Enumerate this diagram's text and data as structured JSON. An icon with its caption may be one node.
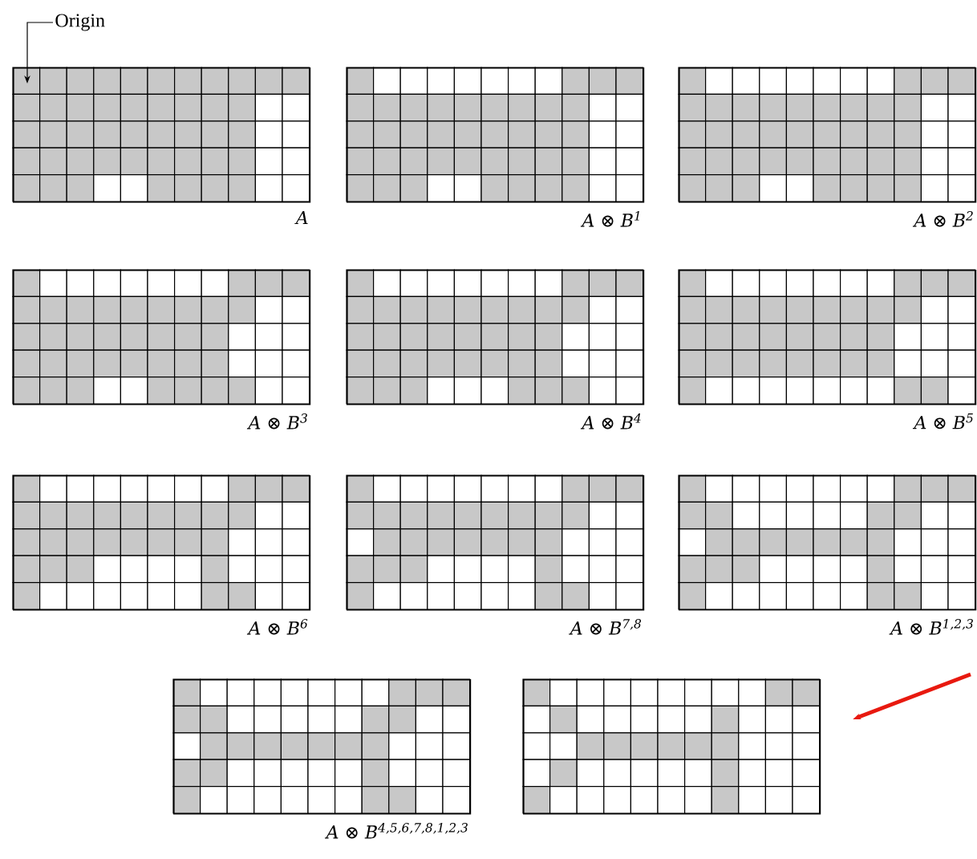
{
  "diagram": {
    "nodes": [
      {
        "text": [
          "Origin"
        ]
      },
      {
        "text": [
          "A"
        ]
      },
      {
        "text": [
          "A ⊗ B$^{1}$"
        ]
      },
      {
        "text": [
          "A ⊗ B$^{2}$"
        ]
      },
      {
        "text": [
          "A ⊗ B$^{3}$"
        ]
      },
      {
        "text": [
          "A ⊗ B$^{4}$"
        ]
      },
      {
        "text": [
          "A ⊗ B$^{5}$"
        ]
      },
      {
        "text": [
          "A ⊗ B$^{6}$"
        ]
      },
      {
        "text": [
          "A ⊗ B$^{7,8}$"
        ]
      },
      {
        "text": [
          "A ⊗ B$^{1,2,3}$"
        ]
      },
      {
        "text": [
          "A ⊗ B$^{4,5,6,7,8,1,2,3}$"
        ]
      },
      {
        "text": [],
        "shape": "box"
      }
    ],
    "edges": [
      {
        "from": 0,
        "to": 1,
        "arrow": "to"
      },
      {
        "from": null,
        "to": 11,
        "arrow": "to",
        "style": "thick",
        "color": "#e8190f"
      }
    ]
  }
}
